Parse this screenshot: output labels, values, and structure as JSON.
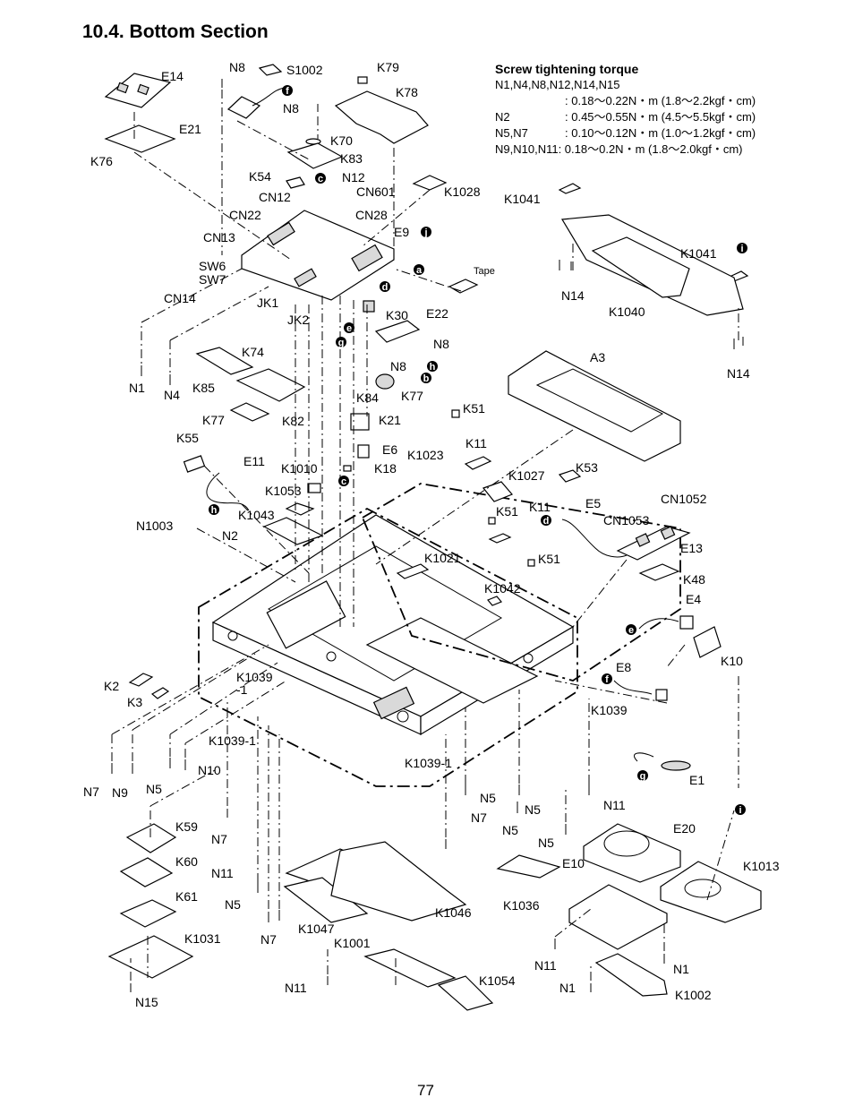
{
  "page": {
    "title": "10.4.  Bottom Section",
    "page_number": "77"
  },
  "torque": {
    "heading": "Screw tightening torque",
    "rows": [
      {
        "screws": "N1,N4,N8,N12,N14,N15",
        "value": ""
      },
      {
        "screws": "",
        "value": ": 0.18〜0.22N・m (1.8〜2.2kgf・cm)"
      },
      {
        "screws": "N2",
        "value": ": 0.45〜0.55N・m (4.5〜5.5kgf・cm)"
      },
      {
        "screws": "N5,N7",
        "value": ": 0.10〜0.12N・m (1.0〜1.2kgf・cm)"
      },
      {
        "screws": "N9,N10,N11",
        "value": ": 0.18〜0.2N・m (1.8〜2.0kgf・cm)"
      }
    ]
  },
  "labels": {
    "E14": "E14",
    "N8a": "N8",
    "S1002": "S1002",
    "K79": "K79",
    "N8b": "N8",
    "E21": "E21",
    "K78": "K78",
    "K70": "K70",
    "K76": "K76",
    "K83": "K83",
    "K54": "K54",
    "N12": "N12",
    "CN12": "CN12",
    "CN601": "CN601",
    "K1028": "K1028",
    "CN22": "CN22",
    "CN28": "CN28",
    "E9": "E9",
    "CN13": "CN13",
    "SW6": "SW6",
    "SW7": "SW7",
    "Tape": "Tape",
    "CN14": "CN14",
    "JK1": "JK1",
    "JK2": "JK2",
    "K30": "K30",
    "E22": "E22",
    "N8c": "N8",
    "N8d": "N8",
    "K74": "K74",
    "K85": "K85",
    "K82": "K82",
    "K77a": "K77",
    "K84": "K84",
    "K77b": "K77",
    "N1a": "N1",
    "N4": "N4",
    "K21": "K21",
    "K51a": "K51",
    "K55": "K55",
    "E6": "E6",
    "K11a": "K11",
    "E11": "E11",
    "K1010": "K1010",
    "K18": "K18",
    "K1023": "K1023",
    "K1053": "K1053",
    "K1043": "K1043",
    "K1027": "K1027",
    "K53": "K53",
    "N1003": "N1003",
    "N2": "N2",
    "K51b": "K51",
    "K11b": "K11",
    "E5": "E5",
    "CN1052": "CN1052",
    "CN1053": "CN1053",
    "E13": "E13",
    "K1021": "K1021",
    "K51c": "K51",
    "K48": "K48",
    "K1042": "K1042",
    "E4": "E4",
    "K10": "K10",
    "K2": "K2",
    "K3": "K3",
    "K1039a": "K1039",
    "K1039a2": "-1",
    "E8": "E8",
    "K1039b": "K1039",
    "K1039c": "K1039-1",
    "K1039d": "K1039-1",
    "N7a": "N7",
    "N9": "N9",
    "N5a": "N5",
    "N10": "N10",
    "E1": "E1",
    "N5b": "N5",
    "N7b": "N7",
    "N5c": "N5",
    "N11a": "N11",
    "K59": "K59",
    "N7c": "N7",
    "N5d": "N5",
    "N5e": "N5",
    "E20": "E20",
    "K60": "K60",
    "N11b": "N11",
    "E10": "E10",
    "K1013": "K1013",
    "K61": "K61",
    "N5f": "N5",
    "K1046": "K1046",
    "K1036": "K1036",
    "K1047": "K1047",
    "N7d": "N7",
    "K1031": "K1031",
    "K1001": "K1001",
    "N11c": "N11",
    "N1b": "N1",
    "N11d": "N11",
    "K1054": "K1054",
    "N1c": "N1",
    "K1002": "K1002",
    "N15": "N15",
    "K1041a": "K1041",
    "K1041b": "K1041",
    "N14a": "N14",
    "K1040": "K1040",
    "N14b": "N14",
    "A3": "A3"
  },
  "refs": {
    "f1": "f",
    "c1": "c",
    "j1": "j",
    "a1": "a",
    "d1": "d",
    "e1": "e",
    "g1": "g",
    "h1": "h",
    "b1": "b",
    "c2": "c",
    "h2": "h",
    "d2": "d",
    "e2": "e",
    "f2": "f",
    "g2": "g",
    "i1": "i",
    "i2": "i"
  }
}
